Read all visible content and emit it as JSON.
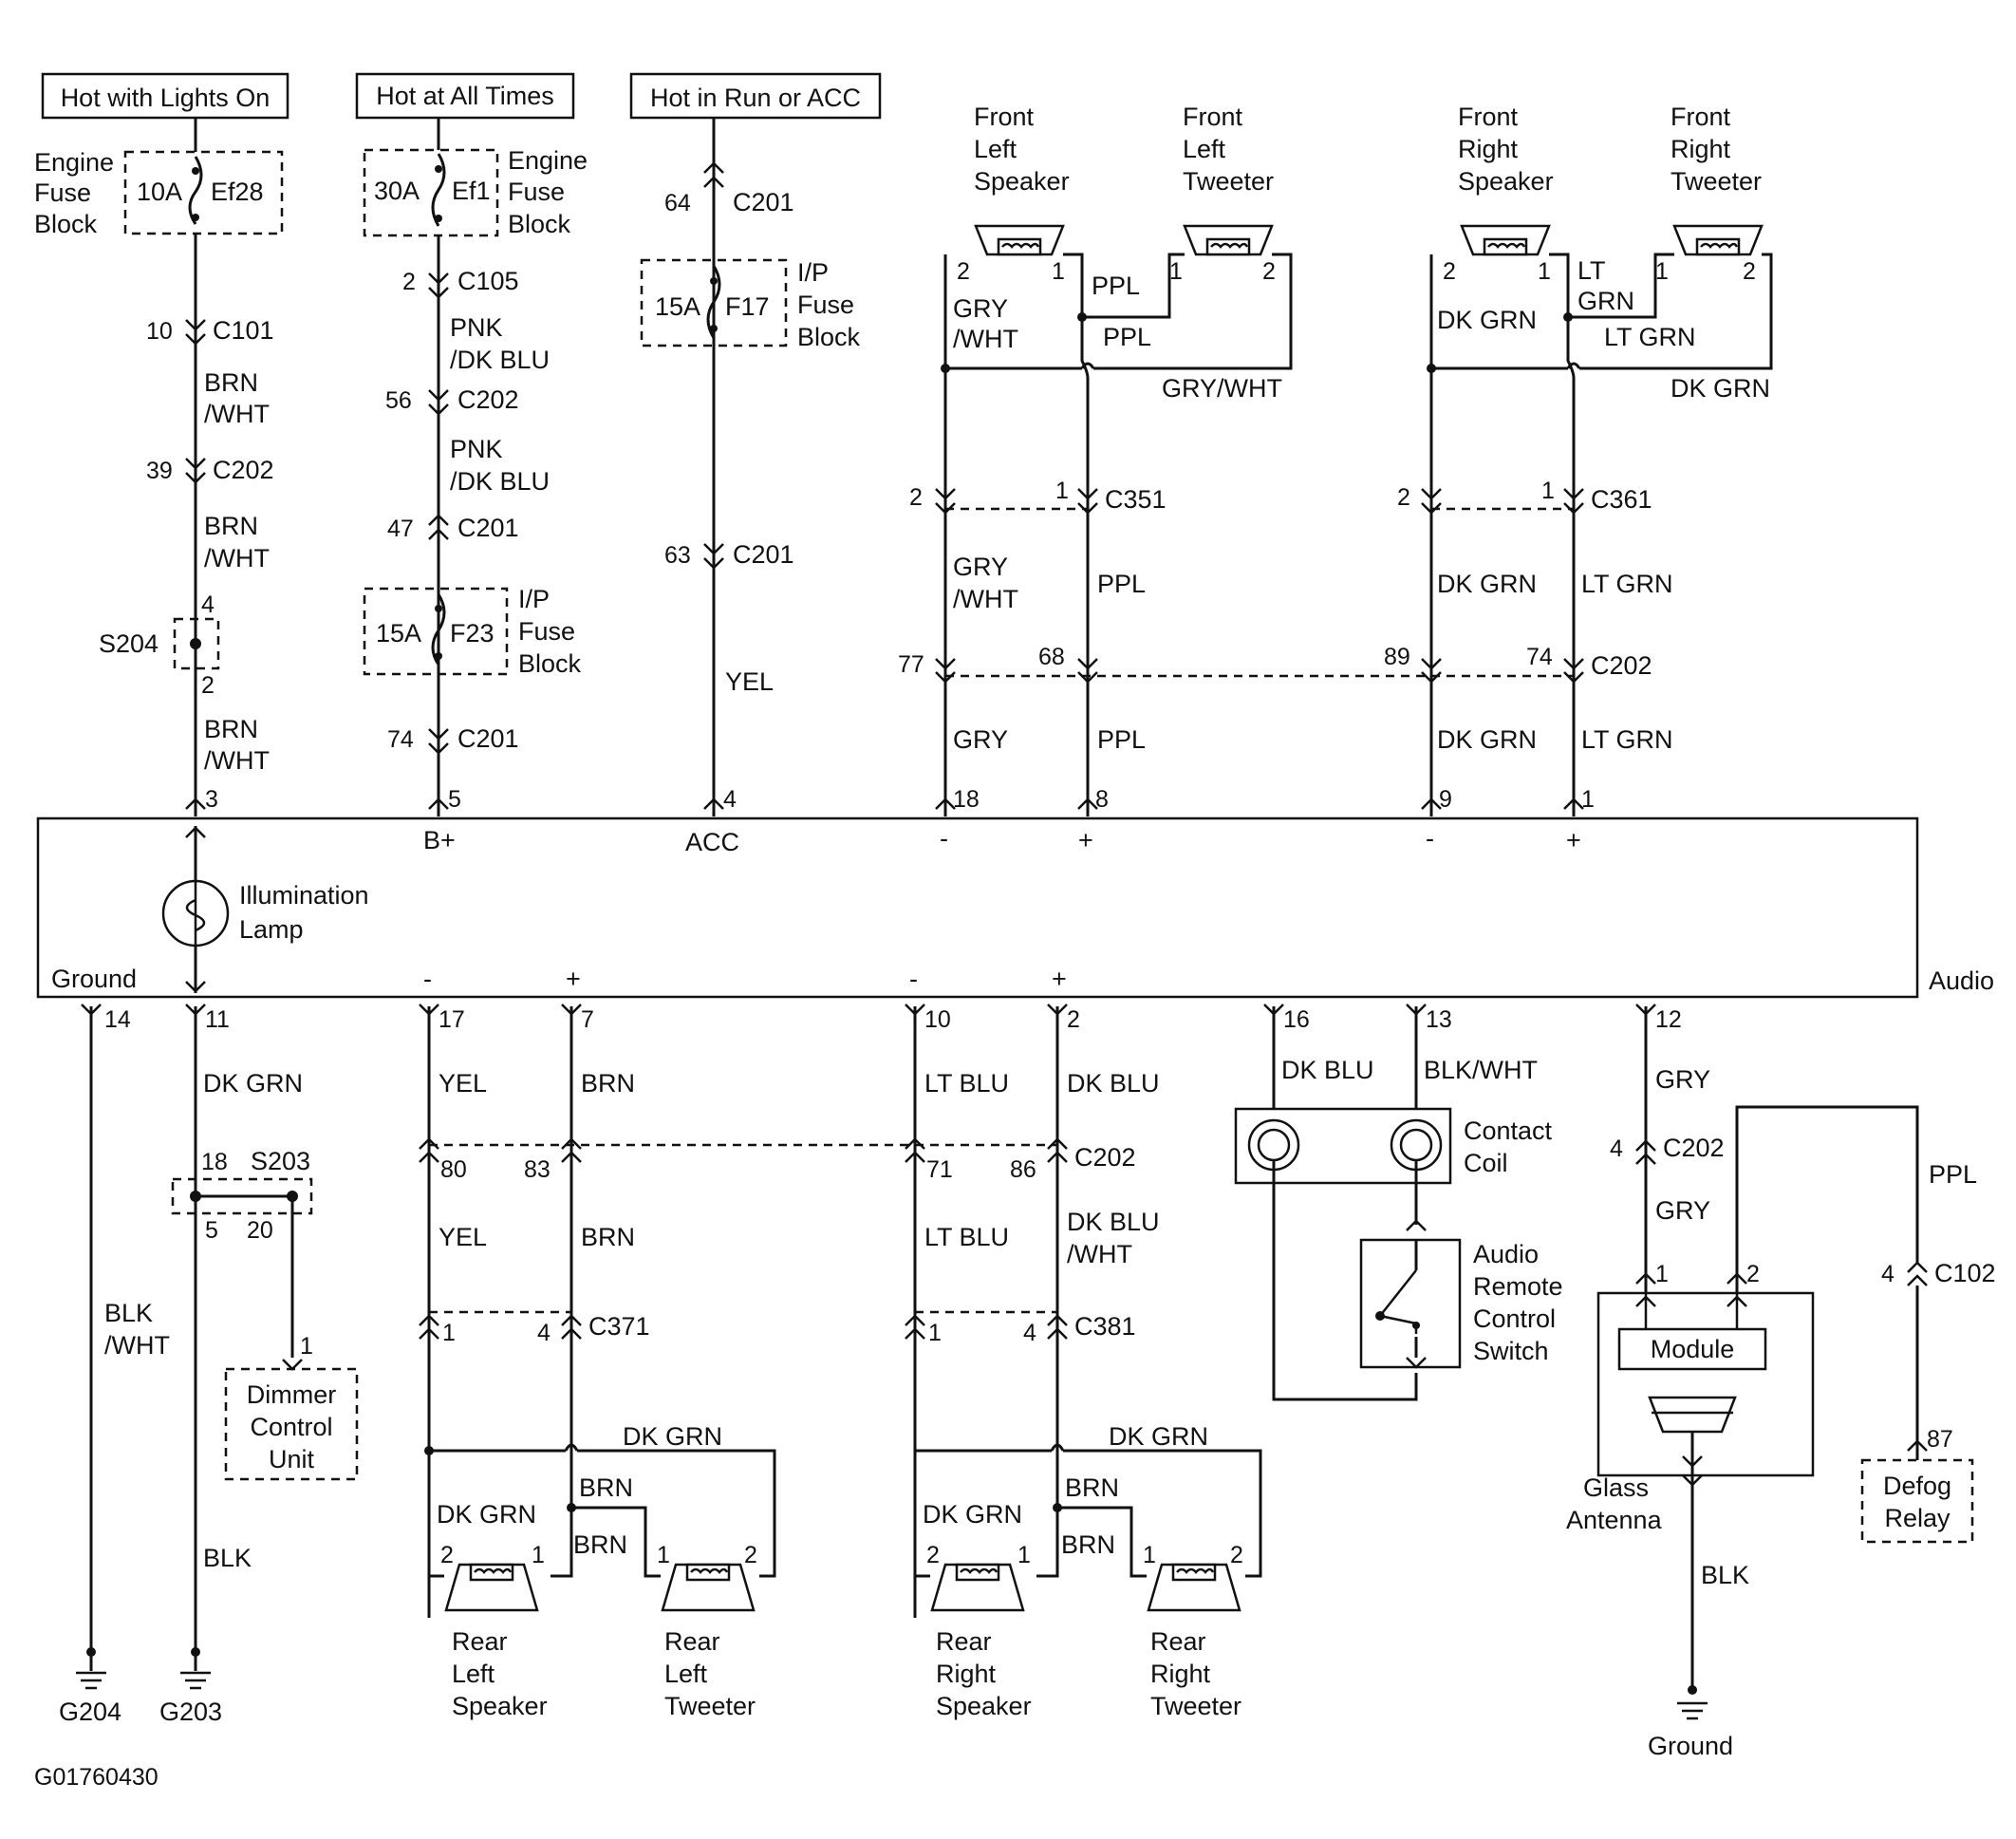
{
  "feeds": {
    "lights_on": "Hot with Lights On",
    "at_all_times": "Hot at All Times",
    "run_acc": "Hot in Run or ACC"
  },
  "fuses": {
    "ef28": {
      "rating": "10A",
      "id": "Ef28",
      "block": [
        "Engine",
        "Fuse",
        "Block"
      ]
    },
    "ef1": {
      "rating": "30A",
      "id": "Ef1",
      "block": [
        "Engine",
        "Fuse",
        "Block"
      ]
    },
    "f17": {
      "rating": "15A",
      "id": "F17",
      "block": [
        "I/P",
        "Fuse",
        "Block"
      ]
    },
    "f23": {
      "rating": "15A",
      "id": "F23",
      "block": [
        "I/P",
        "Fuse",
        "Block"
      ]
    }
  },
  "connectors": {
    "c101": "C101",
    "c102": "C102",
    "c105": "C105",
    "c201": "C201",
    "c202": "C202",
    "c351": "C351",
    "c361": "C361",
    "c371": "C371",
    "c381": "C381"
  },
  "splices": {
    "s204": "S204",
    "s203": "S203"
  },
  "pins": {
    "p10": "10",
    "p39": "39",
    "p4": "4",
    "p2": "2",
    "p3": "3",
    "p56": "56",
    "p47": "47",
    "p74": "74",
    "p5": "5",
    "p64": "64",
    "p63": "63",
    "p1": "1",
    "p77": "77",
    "p68": "68",
    "p89": "89",
    "p18": "18",
    "p8": "8",
    "p9": "9",
    "p14": "14",
    "p11": "11",
    "p17": "17",
    "p7": "7",
    "p16": "16",
    "p13": "13",
    "p12": "12",
    "p80": "80",
    "p83": "83",
    "p71": "71",
    "p86": "86",
    "p20": "20",
    "p87": "87"
  },
  "wires": {
    "brn_wht": [
      "BRN",
      "/WHT"
    ],
    "pnk_dk_blu": [
      "PNK",
      "/DK BLU"
    ],
    "gry_wht_2": [
      "GRY",
      "/WHT"
    ],
    "gry_wht": "GRY/WHT",
    "dk_blu_wht": [
      "DK BLU",
      "/WHT"
    ],
    "blk_wht_2": [
      "BLK",
      "/WHT"
    ],
    "lt_grn_2": [
      "LT",
      "GRN"
    ],
    "yel": "YEL",
    "ppl": "PPL",
    "gry": "GRY",
    "dk_grn": "DK GRN",
    "lt_grn": "LT GRN",
    "brn": "BRN",
    "lt_blu": "LT BLU",
    "dk_blu": "DK BLU",
    "blk_wht": "BLK/WHT",
    "blk": "BLK"
  },
  "audio": {
    "name": "Audio",
    "b_plus": "B+",
    "acc": "ACC",
    "ground": "Ground",
    "minus": "-",
    "plus": "+",
    "lamp": [
      "Illumination",
      "Lamp"
    ]
  },
  "components": {
    "front_left_speaker": [
      "Front",
      "Left",
      "Speaker"
    ],
    "front_left_tweeter": [
      "Front",
      "Left",
      "Tweeter"
    ],
    "front_right_speaker": [
      "Front",
      "Right",
      "Speaker"
    ],
    "front_right_tweeter": [
      "Front",
      "Right",
      "Tweeter"
    ],
    "rear_left_speaker": [
      "Rear",
      "Left",
      "Speaker"
    ],
    "rear_left_tweeter": [
      "Rear",
      "Left",
      "Tweeter"
    ],
    "rear_right_speaker": [
      "Rear",
      "Right",
      "Speaker"
    ],
    "rear_right_tweeter": [
      "Rear",
      "Right",
      "Tweeter"
    ],
    "dimmer": [
      "Dimmer",
      "Control",
      "Unit"
    ],
    "contact_coil": [
      "Contact",
      "Coil"
    ],
    "remote_switch": [
      "Audio",
      "Remote",
      "Control",
      "Switch"
    ],
    "module": "Module",
    "glass_antenna": [
      "Glass",
      "Antenna"
    ],
    "defog_relay": [
      "Defog",
      "Relay"
    ]
  },
  "grounds": {
    "g204": "G204",
    "g203": "G203",
    "ground": "Ground"
  },
  "figure_id": "G01760430"
}
